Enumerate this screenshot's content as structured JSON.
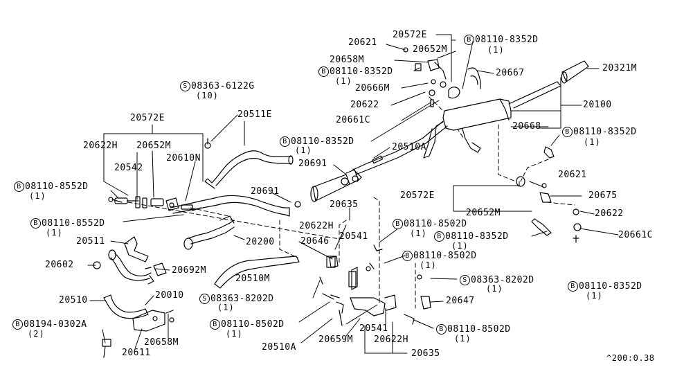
{
  "diagram_id": "^200:0.38",
  "labels": [
    {
      "key": "l01",
      "text": "20621"
    },
    {
      "key": "l02",
      "text": "20572E"
    },
    {
      "key": "l03",
      "prefix": "B",
      "text": "08110-8352D",
      "qty": "(1)"
    },
    {
      "key": "l04",
      "text": "20652M"
    },
    {
      "key": "l05",
      "text": "20658M"
    },
    {
      "key": "l06",
      "prefix": "B",
      "text": "08110-8352D",
      "qty": "(1)"
    },
    {
      "key": "l07",
      "text": "20667"
    },
    {
      "key": "l08",
      "text": "20321M"
    },
    {
      "key": "l09",
      "text": "20666M"
    },
    {
      "key": "l10",
      "prefix": "S",
      "text": "08363-6122G",
      "qty": "(10)"
    },
    {
      "key": "l11",
      "text": "20622"
    },
    {
      "key": "l12",
      "text": "20100"
    },
    {
      "key": "l13",
      "text": "20661C"
    },
    {
      "key": "l14",
      "text": "20511E"
    },
    {
      "key": "l15",
      "text": "20572E"
    },
    {
      "key": "l16",
      "text": "20668"
    },
    {
      "key": "l17",
      "prefix": "B",
      "text": "08110-8352D",
      "qty": "(1)"
    },
    {
      "key": "l18",
      "prefix": "B",
      "text": "08110-8352D",
      "qty": "(1)"
    },
    {
      "key": "l19",
      "text": "20510A"
    },
    {
      "key": "l20",
      "text": "20622H"
    },
    {
      "key": "l21",
      "text": "20652M"
    },
    {
      "key": "l22",
      "text": "20542"
    },
    {
      "key": "l23",
      "text": "20610N"
    },
    {
      "key": "l24",
      "text": "20691"
    },
    {
      "key": "l25",
      "text": "20621"
    },
    {
      "key": "l26",
      "prefix": "B",
      "text": "08110-8552D",
      "qty": "(1)"
    },
    {
      "key": "l27",
      "text": "20691"
    },
    {
      "key": "l28",
      "text": "20572E"
    },
    {
      "key": "l29",
      "text": "20675"
    },
    {
      "key": "l30",
      "text": "20635"
    },
    {
      "key": "l31",
      "text": "20652M"
    },
    {
      "key": "l32",
      "text": "20622"
    },
    {
      "key": "l33",
      "prefix": "B",
      "text": "08110-8552D",
      "qty": "(1)"
    },
    {
      "key": "l34",
      "text": "20622H"
    },
    {
      "key": "l35",
      "prefix": "B",
      "text": "08110-8502D",
      "qty": "(1)"
    },
    {
      "key": "l36",
      "text": "20541"
    },
    {
      "key": "l37",
      "prefix": "B",
      "text": "08110-8352D",
      "qty": "(1)"
    },
    {
      "key": "l38",
      "text": "20661C"
    },
    {
      "key": "l39",
      "text": "20511"
    },
    {
      "key": "l40",
      "text": "20646"
    },
    {
      "key": "l41",
      "text": "20200"
    },
    {
      "key": "l42",
      "prefix": "B",
      "text": "08110-8502D",
      "qty": "(1)"
    },
    {
      "key": "l43",
      "text": "20602"
    },
    {
      "key": "l44",
      "text": "20692M"
    },
    {
      "key": "l45",
      "prefix": "S",
      "text": "08363-8202D",
      "qty": "(1)"
    },
    {
      "key": "l46",
      "text": "20510M"
    },
    {
      "key": "l47",
      "prefix": "B",
      "text": "08110-8352D",
      "qty": "(1)"
    },
    {
      "key": "l48",
      "text": "20010"
    },
    {
      "key": "l49",
      "prefix": "S",
      "text": "08363-8202D",
      "qty": "(1)"
    },
    {
      "key": "l50",
      "text": "20647"
    },
    {
      "key": "l51",
      "text": "20510"
    },
    {
      "key": "l52",
      "prefix": "B",
      "text": "08194-0302A",
      "qty": "(2)"
    },
    {
      "key": "l53",
      "prefix": "B",
      "text": "08110-8502D",
      "qty": "(1)"
    },
    {
      "key": "l54",
      "text": "20541"
    },
    {
      "key": "l55",
      "text": "20658M"
    },
    {
      "key": "l56",
      "text": "20659M"
    },
    {
      "key": "l57",
      "text": "20622H"
    },
    {
      "key": "l58",
      "prefix": "B",
      "text": "08110-8502D",
      "qty": "(1)"
    },
    {
      "key": "l59",
      "text": "20611"
    },
    {
      "key": "l60",
      "text": "20510A"
    },
    {
      "key": "l61",
      "text": "20635"
    }
  ]
}
